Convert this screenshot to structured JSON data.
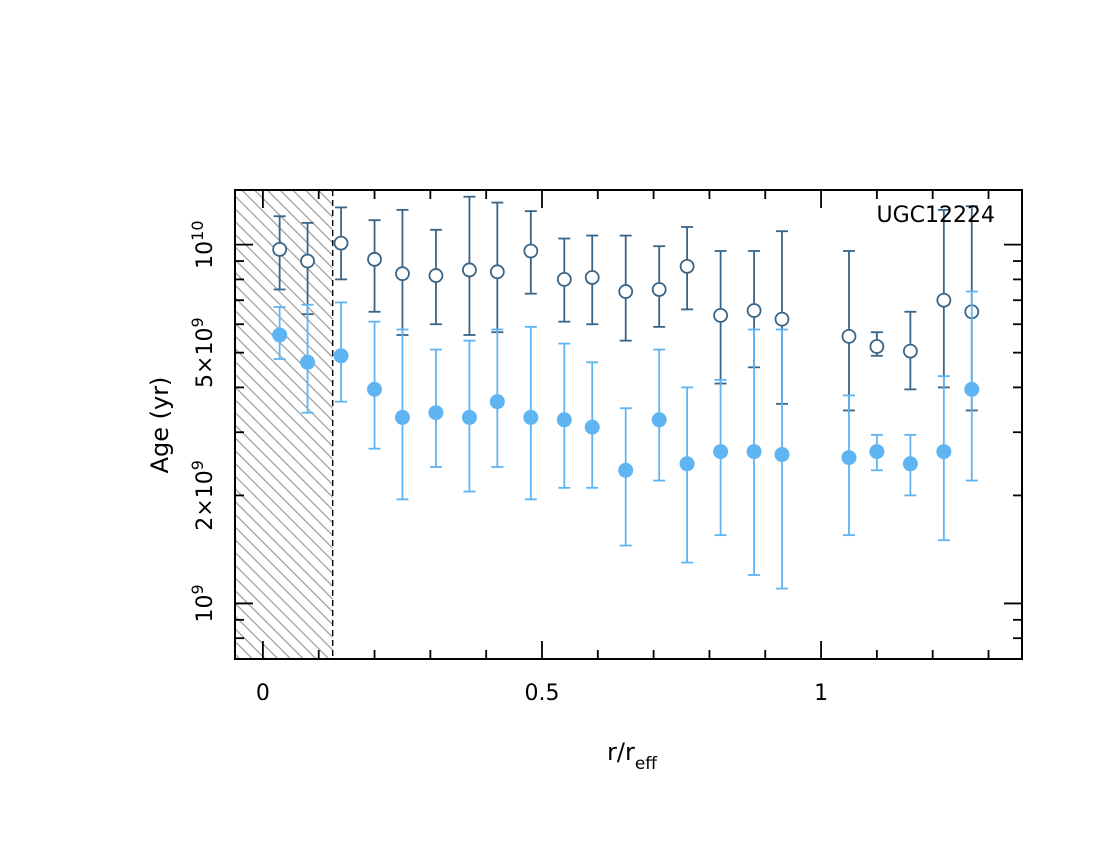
{
  "chart_data": {
    "type": "scatter",
    "annotation": "UGC12224",
    "xlabel": {
      "main": "r/r",
      "sub": "eff"
    },
    "ylabel": "Age (yr)",
    "xlim": [
      -0.05,
      1.36
    ],
    "ylim": [
      700000000.0,
      14200000000.0
    ],
    "y_scale": "log",
    "x_ticks": [
      {
        "value": 0,
        "label": "0"
      },
      {
        "value": 0.5,
        "label": "0.5"
      },
      {
        "value": 1,
        "label": "1"
      }
    ],
    "y_ticks": [
      {
        "value": 1000000000.0,
        "base": "10",
        "exp": "9"
      },
      {
        "value": 2000000000.0,
        "base": "2×10",
        "exp": "9"
      },
      {
        "value": 5000000000.0,
        "base": "5×10",
        "exp": "9"
      },
      {
        "value": 10000000000.0,
        "base": "10",
        "exp": "10"
      }
    ],
    "shaded_region": {
      "x_min": -0.05,
      "x_max": 0.125,
      "pattern": "hatched"
    },
    "colors": {
      "dark": "#3a6486",
      "light": "#5fb4f2",
      "hatch": "#9a9a9a"
    },
    "series": [
      {
        "marker": "open-circle",
        "color": "#3a6486",
        "points": [
          {
            "x": 0.03,
            "y": 9700000000.0,
            "lo": 7500000000.0,
            "hi": 12000000000.0
          },
          {
            "x": 0.08,
            "y": 9000000000.0,
            "lo": 6400000000.0,
            "hi": 11500000000.0
          },
          {
            "x": 0.14,
            "y": 10100000000.0,
            "lo": 8000000000.0,
            "hi": 12700000000.0
          },
          {
            "x": 0.2,
            "y": 9100000000.0,
            "lo": 6500000000.0,
            "hi": 11700000000.0
          },
          {
            "x": 0.25,
            "y": 8300000000.0,
            "lo": 5600000000.0,
            "hi": 12500000000.0
          },
          {
            "x": 0.31,
            "y": 8200000000.0,
            "lo": 6000000000.0,
            "hi": 11000000000.0
          },
          {
            "x": 0.37,
            "y": 8500000000.0,
            "lo": 5600000000.0,
            "hi": 13600000000.0
          },
          {
            "x": 0.42,
            "y": 8400000000.0,
            "lo": 5700000000.0,
            "hi": 13100000000.0
          },
          {
            "x": 0.48,
            "y": 9600000000.0,
            "lo": 7300000000.0,
            "hi": 12400000000.0
          },
          {
            "x": 0.54,
            "y": 8000000000.0,
            "lo": 6100000000.0,
            "hi": 10400000000.0
          },
          {
            "x": 0.59,
            "y": 8100000000.0,
            "lo": 6000000000.0,
            "hi": 10600000000.0
          },
          {
            "x": 0.65,
            "y": 7400000000.0,
            "lo": 5400000000.0,
            "hi": 10600000000.0
          },
          {
            "x": 0.71,
            "y": 7500000000.0,
            "lo": 5900000000.0,
            "hi": 9900000000.0
          },
          {
            "x": 0.76,
            "y": 8700000000.0,
            "lo": 6600000000.0,
            "hi": 11200000000.0
          },
          {
            "x": 0.82,
            "y": 6350000000.0,
            "lo": 4100000000.0,
            "hi": 9600000000.0
          },
          {
            "x": 0.88,
            "y": 6550000000.0,
            "lo": 4550000000.0,
            "hi": 9600000000.0
          },
          {
            "x": 0.93,
            "y": 6200000000.0,
            "lo": 3600000000.0,
            "hi": 10900000000.0
          },
          {
            "x": 1.05,
            "y": 5550000000.0,
            "lo": 3450000000.0,
            "hi": 9600000000.0
          },
          {
            "x": 1.1,
            "y": 5200000000.0,
            "lo": 4900000000.0,
            "hi": 5700000000.0
          },
          {
            "x": 1.16,
            "y": 5050000000.0,
            "lo": 3950000000.0,
            "hi": 6500000000.0
          },
          {
            "x": 1.22,
            "y": 7000000000.0,
            "lo": 4000000000.0,
            "hi": 12500000000.0
          },
          {
            "x": 1.27,
            "y": 6500000000.0,
            "lo": 3450000000.0,
            "hi": 12800000000.0
          }
        ]
      },
      {
        "marker": "filled-circle",
        "color": "#5fb4f2",
        "points": [
          {
            "x": 0.03,
            "y": 5600000000.0,
            "lo": 4800000000.0,
            "hi": 6700000000.0
          },
          {
            "x": 0.08,
            "y": 4700000000.0,
            "lo": 3400000000.0,
            "hi": 6800000000.0
          },
          {
            "x": 0.14,
            "y": 4900000000.0,
            "lo": 3650000000.0,
            "hi": 6900000000.0
          },
          {
            "x": 0.2,
            "y": 3950000000.0,
            "lo": 2700000000.0,
            "hi": 6100000000.0
          },
          {
            "x": 0.25,
            "y": 3300000000.0,
            "lo": 1950000000.0,
            "hi": 5800000000.0
          },
          {
            "x": 0.31,
            "y": 3400000000.0,
            "lo": 2400000000.0,
            "hi": 5100000000.0
          },
          {
            "x": 0.37,
            "y": 3300000000.0,
            "lo": 2050000000.0,
            "hi": 5400000000.0
          },
          {
            "x": 0.42,
            "y": 3650000000.0,
            "lo": 2400000000.0,
            "hi": 5800000000.0
          },
          {
            "x": 0.48,
            "y": 3300000000.0,
            "lo": 1950000000.0,
            "hi": 5900000000.0
          },
          {
            "x": 0.54,
            "y": 3250000000.0,
            "lo": 2100000000.0,
            "hi": 5300000000.0
          },
          {
            "x": 0.59,
            "y": 3100000000.0,
            "lo": 2100000000.0,
            "hi": 4700000000.0
          },
          {
            "x": 0.65,
            "y": 2350000000.0,
            "lo": 1450000000.0,
            "hi": 3500000000.0
          },
          {
            "x": 0.71,
            "y": 3250000000.0,
            "lo": 2200000000.0,
            "hi": 5100000000.0
          },
          {
            "x": 0.76,
            "y": 2450000000.0,
            "lo": 1300000000.0,
            "hi": 4000000000.0
          },
          {
            "x": 0.82,
            "y": 2650000000.0,
            "lo": 1550000000.0,
            "hi": 4200000000.0
          },
          {
            "x": 0.88,
            "y": 2650000000.0,
            "lo": 1200000000.0,
            "hi": 5800000000.0
          },
          {
            "x": 0.93,
            "y": 2600000000.0,
            "lo": 1100000000.0,
            "hi": 5800000000.0
          },
          {
            "x": 1.05,
            "y": 2550000000.0,
            "lo": 1550000000.0,
            "hi": 3800000000.0
          },
          {
            "x": 1.1,
            "y": 2650000000.0,
            "lo": 2350000000.0,
            "hi": 2950000000.0
          },
          {
            "x": 1.16,
            "y": 2450000000.0,
            "lo": 2000000000.0,
            "hi": 2950000000.0
          },
          {
            "x": 1.22,
            "y": 2650000000.0,
            "lo": 1500000000.0,
            "hi": 4300000000.0
          },
          {
            "x": 1.27,
            "y": 3950000000.0,
            "lo": 2200000000.0,
            "hi": 7400000000.0
          }
        ]
      }
    ]
  }
}
